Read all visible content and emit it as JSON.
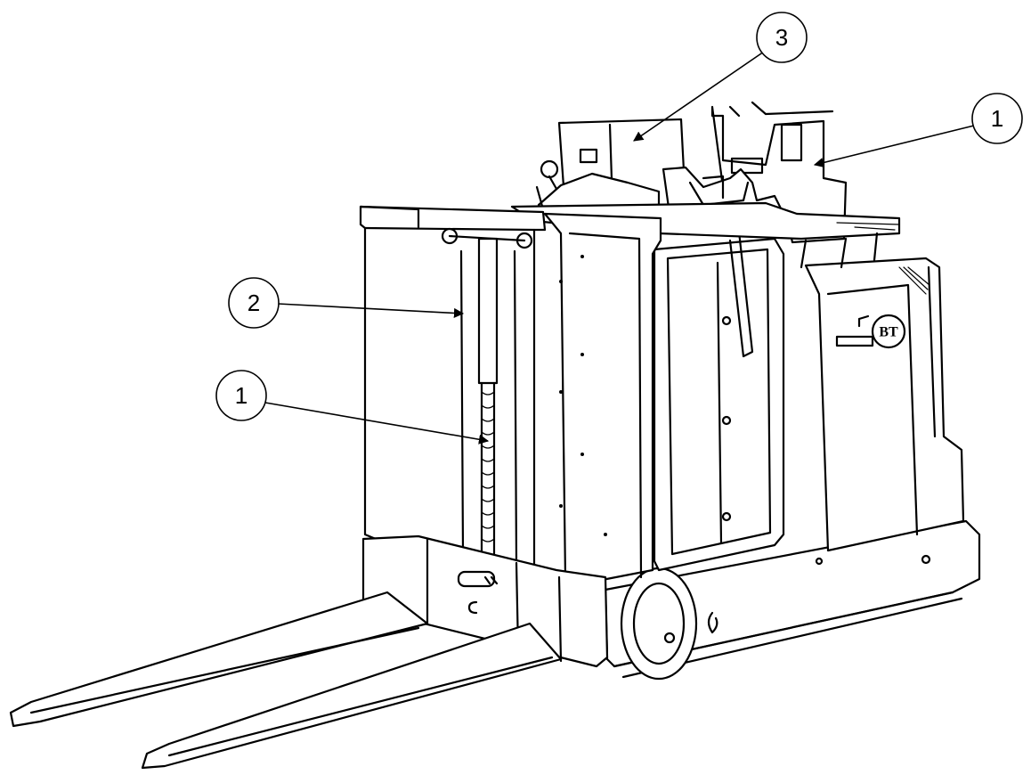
{
  "callouts": [
    {
      "id": "c3",
      "label": "3"
    },
    {
      "id": "c1a",
      "label": "1"
    },
    {
      "id": "c2",
      "label": "2"
    },
    {
      "id": "c1b",
      "label": "1"
    }
  ],
  "logo_text": "BT"
}
